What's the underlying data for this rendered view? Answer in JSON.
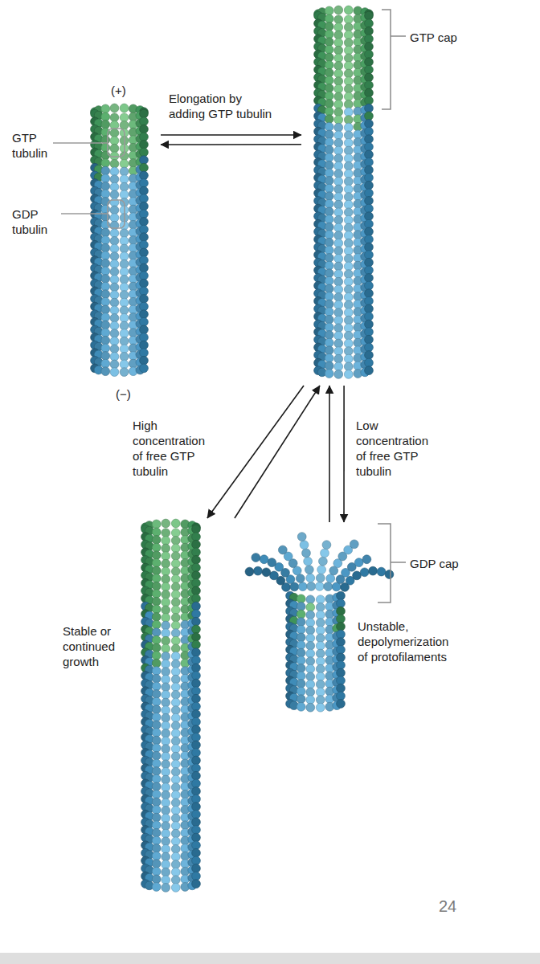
{
  "diagram": {
    "nodes": [
      {
        "text": [
          "(+)",
          "GTP tubulin",
          "GDP tubulin",
          "(−)"
        ]
      },
      {
        "text": [
          "GTP cap"
        ]
      },
      {
        "text": [
          "Stable or continued growth"
        ]
      },
      {
        "text": [
          "GDP cap",
          "Unstable, depolymerization of protofilaments"
        ]
      }
    ],
    "edges": [
      {
        "from": 0,
        "to": 1,
        "label": "Elongation by adding GTP tubulin",
        "arrow": "to"
      },
      {
        "from": 1,
        "to": 0,
        "arrow": "to"
      },
      {
        "from": 1,
        "to": 2,
        "label": "High concentration of free GTP tubulin",
        "arrow": "to"
      },
      {
        "from": 2,
        "to": 1,
        "arrow": "to"
      },
      {
        "from": 3,
        "to": 1,
        "arrow": "to"
      },
      {
        "from": 1,
        "to": 3,
        "label": "Low concentration of free GTP tubulin",
        "arrow": "to"
      }
    ],
    "labels": [
      "24"
    ]
  }
}
